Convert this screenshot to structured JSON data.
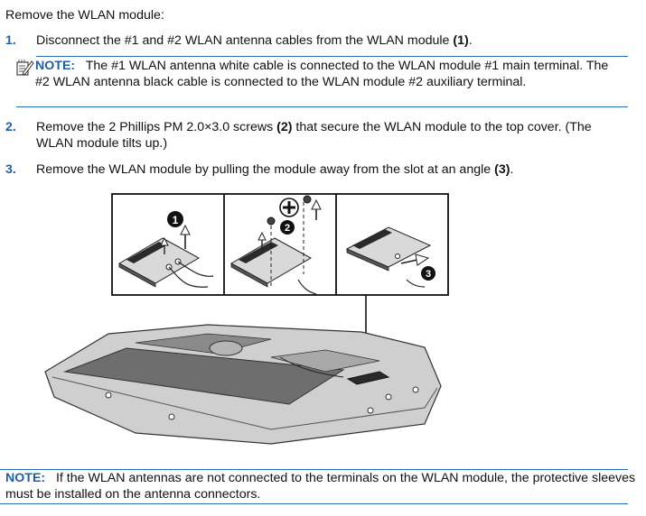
{
  "intro": "Remove the WLAN module:",
  "steps": [
    {
      "num": "1.",
      "pre": "Disconnect the #1 and #2 WLAN antenna cables from the WLAN module ",
      "ref": "(1)",
      "post": "."
    },
    {
      "num": "2.",
      "pre": "Remove the 2 Phillips PM 2.0×3.0 screws ",
      "ref": "(2)",
      "post": " that secure the WLAN module to the top cover. (The WLAN module tilts up.)"
    },
    {
      "num": "3.",
      "pre": "Remove the WLAN module by pulling the module away from the slot at an angle ",
      "ref": "(3)",
      "post": "."
    }
  ],
  "note1": {
    "label": "NOTE:",
    "text": "The #1 WLAN antenna white cable is connected to the WLAN module #1 main terminal. The #2 WLAN antenna black cable is connected to the WLAN module #2 auxiliary terminal."
  },
  "note2": {
    "label": "NOTE:",
    "text": "If the WLAN antennas are not connected to the terminals on the WLAN module, the protective sleeves must be installed on the antenna connectors."
  },
  "callouts": [
    "1",
    "2",
    "3"
  ],
  "colors": {
    "accent": "#1f5fa8"
  }
}
